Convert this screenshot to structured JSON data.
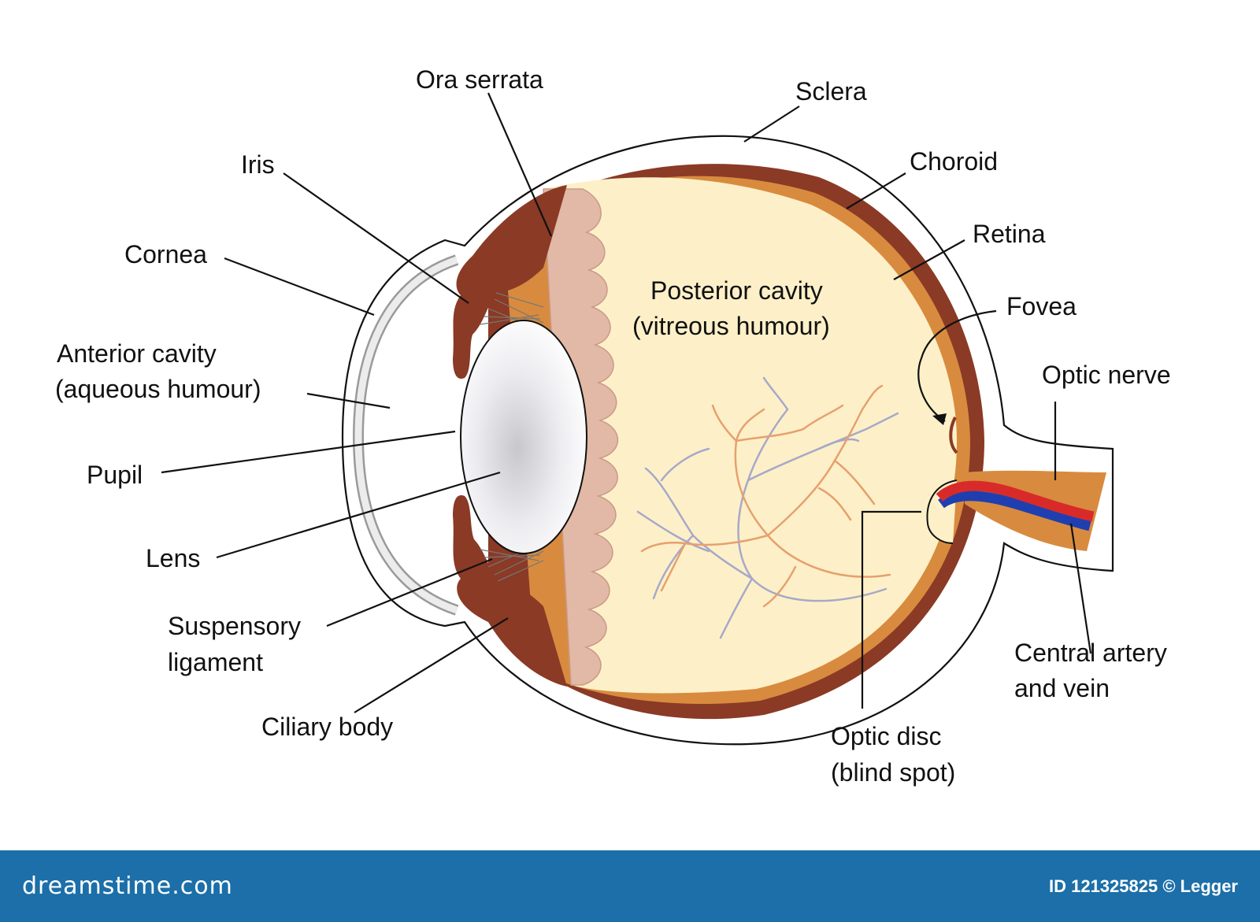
{
  "labels": {
    "ora_serrata": "Ora serrata",
    "sclera": "Sclera",
    "iris": "Iris",
    "choroid": "Choroid",
    "cornea": "Cornea",
    "retina": "Retina",
    "posterior_cavity_l1": "Posterior cavity",
    "posterior_cavity_l2": "(vitreous humour)",
    "fovea": "Fovea",
    "anterior_cavity_l1": "Anterior cavity",
    "anterior_cavity_l2": "(aqueous humour)",
    "optic_nerve": "Optic nerve",
    "pupil": "Pupil",
    "lens": "Lens",
    "suspensory_l1": "Suspensory",
    "suspensory_l2": "ligament",
    "central_l1": "Central artery",
    "central_l2": "and vein",
    "ciliary_body": "Ciliary body",
    "optic_disc_l1": "Optic disc",
    "optic_disc_l2": "(blind spot)"
  },
  "footer": {
    "brand": "dreamstime.com",
    "credit": "ID 121325825 © Legger"
  },
  "colors": {
    "footer_bg": "#1c6fa8",
    "vitreous": "#fdf0c8",
    "choroid": "#8a3a25",
    "retina": "#d88b3e",
    "ora_serrata": "#e2b8a6",
    "artery": "#d92a2a",
    "vein": "#1f3fb0"
  }
}
